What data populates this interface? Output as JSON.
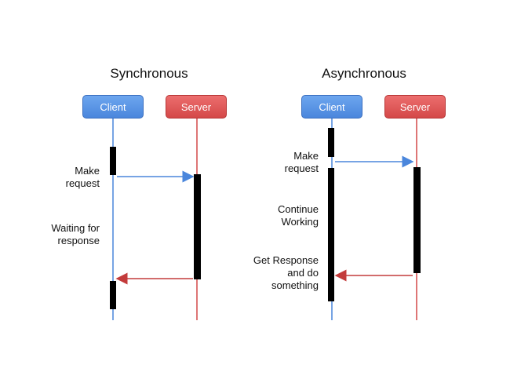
{
  "sync": {
    "title": "Synchronous",
    "client_label": "Client",
    "server_label": "Server",
    "note_request": "Make\nrequest",
    "note_wait": "Waiting for\nresponse"
  },
  "async": {
    "title": "Asynchronous",
    "client_label": "Client",
    "server_label": "Server",
    "note_request": "Make\nrequest",
    "note_continue": "Continue\nWorking",
    "note_response": "Get Response\nand do\nsomething"
  },
  "colors": {
    "client_line": "#4a86dc",
    "server_line": "#d44848",
    "activation": "#000000"
  }
}
